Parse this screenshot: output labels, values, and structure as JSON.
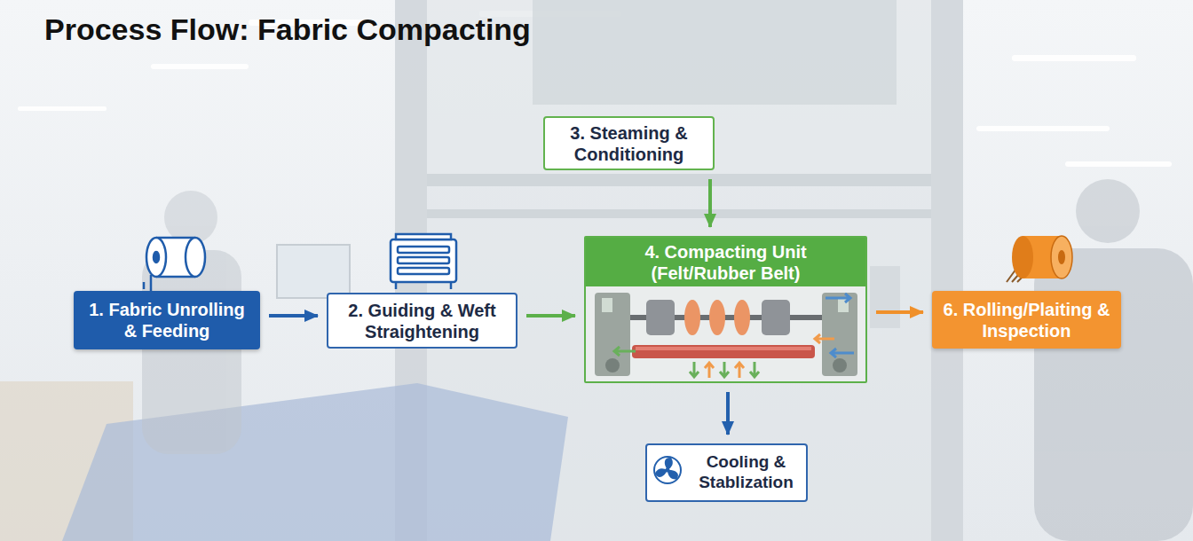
{
  "diagram": {
    "title": "Process Flow: Fabric Compacting",
    "nodes": [
      {
        "text": [
          "1. Fabric Unrolling & Feeding"
        ]
      },
      {
        "text": [
          "2. Guiding & Weft Straightening"
        ]
      },
      {
        "text": [
          "3. Steaming & Conditioning"
        ]
      },
      {
        "text": [
          "4. Compacting Unit (Felt/Rubber Belt)"
        ]
      },
      {
        "text": [
          "Cooling & Stablization"
        ]
      },
      {
        "text": [
          "6. Rolling/Plaiting & Inspection"
        ]
      }
    ],
    "edges": [
      {
        "from": 0,
        "to": 1,
        "arrow": "to"
      },
      {
        "from": 1,
        "to": 3,
        "arrow": "to"
      },
      {
        "from": 2,
        "to": 3,
        "arrow": "to"
      },
      {
        "from": 3,
        "to": 4,
        "arrow": "to"
      },
      {
        "from": 3,
        "to": 5,
        "arrow": "to"
      }
    ]
  }
}
